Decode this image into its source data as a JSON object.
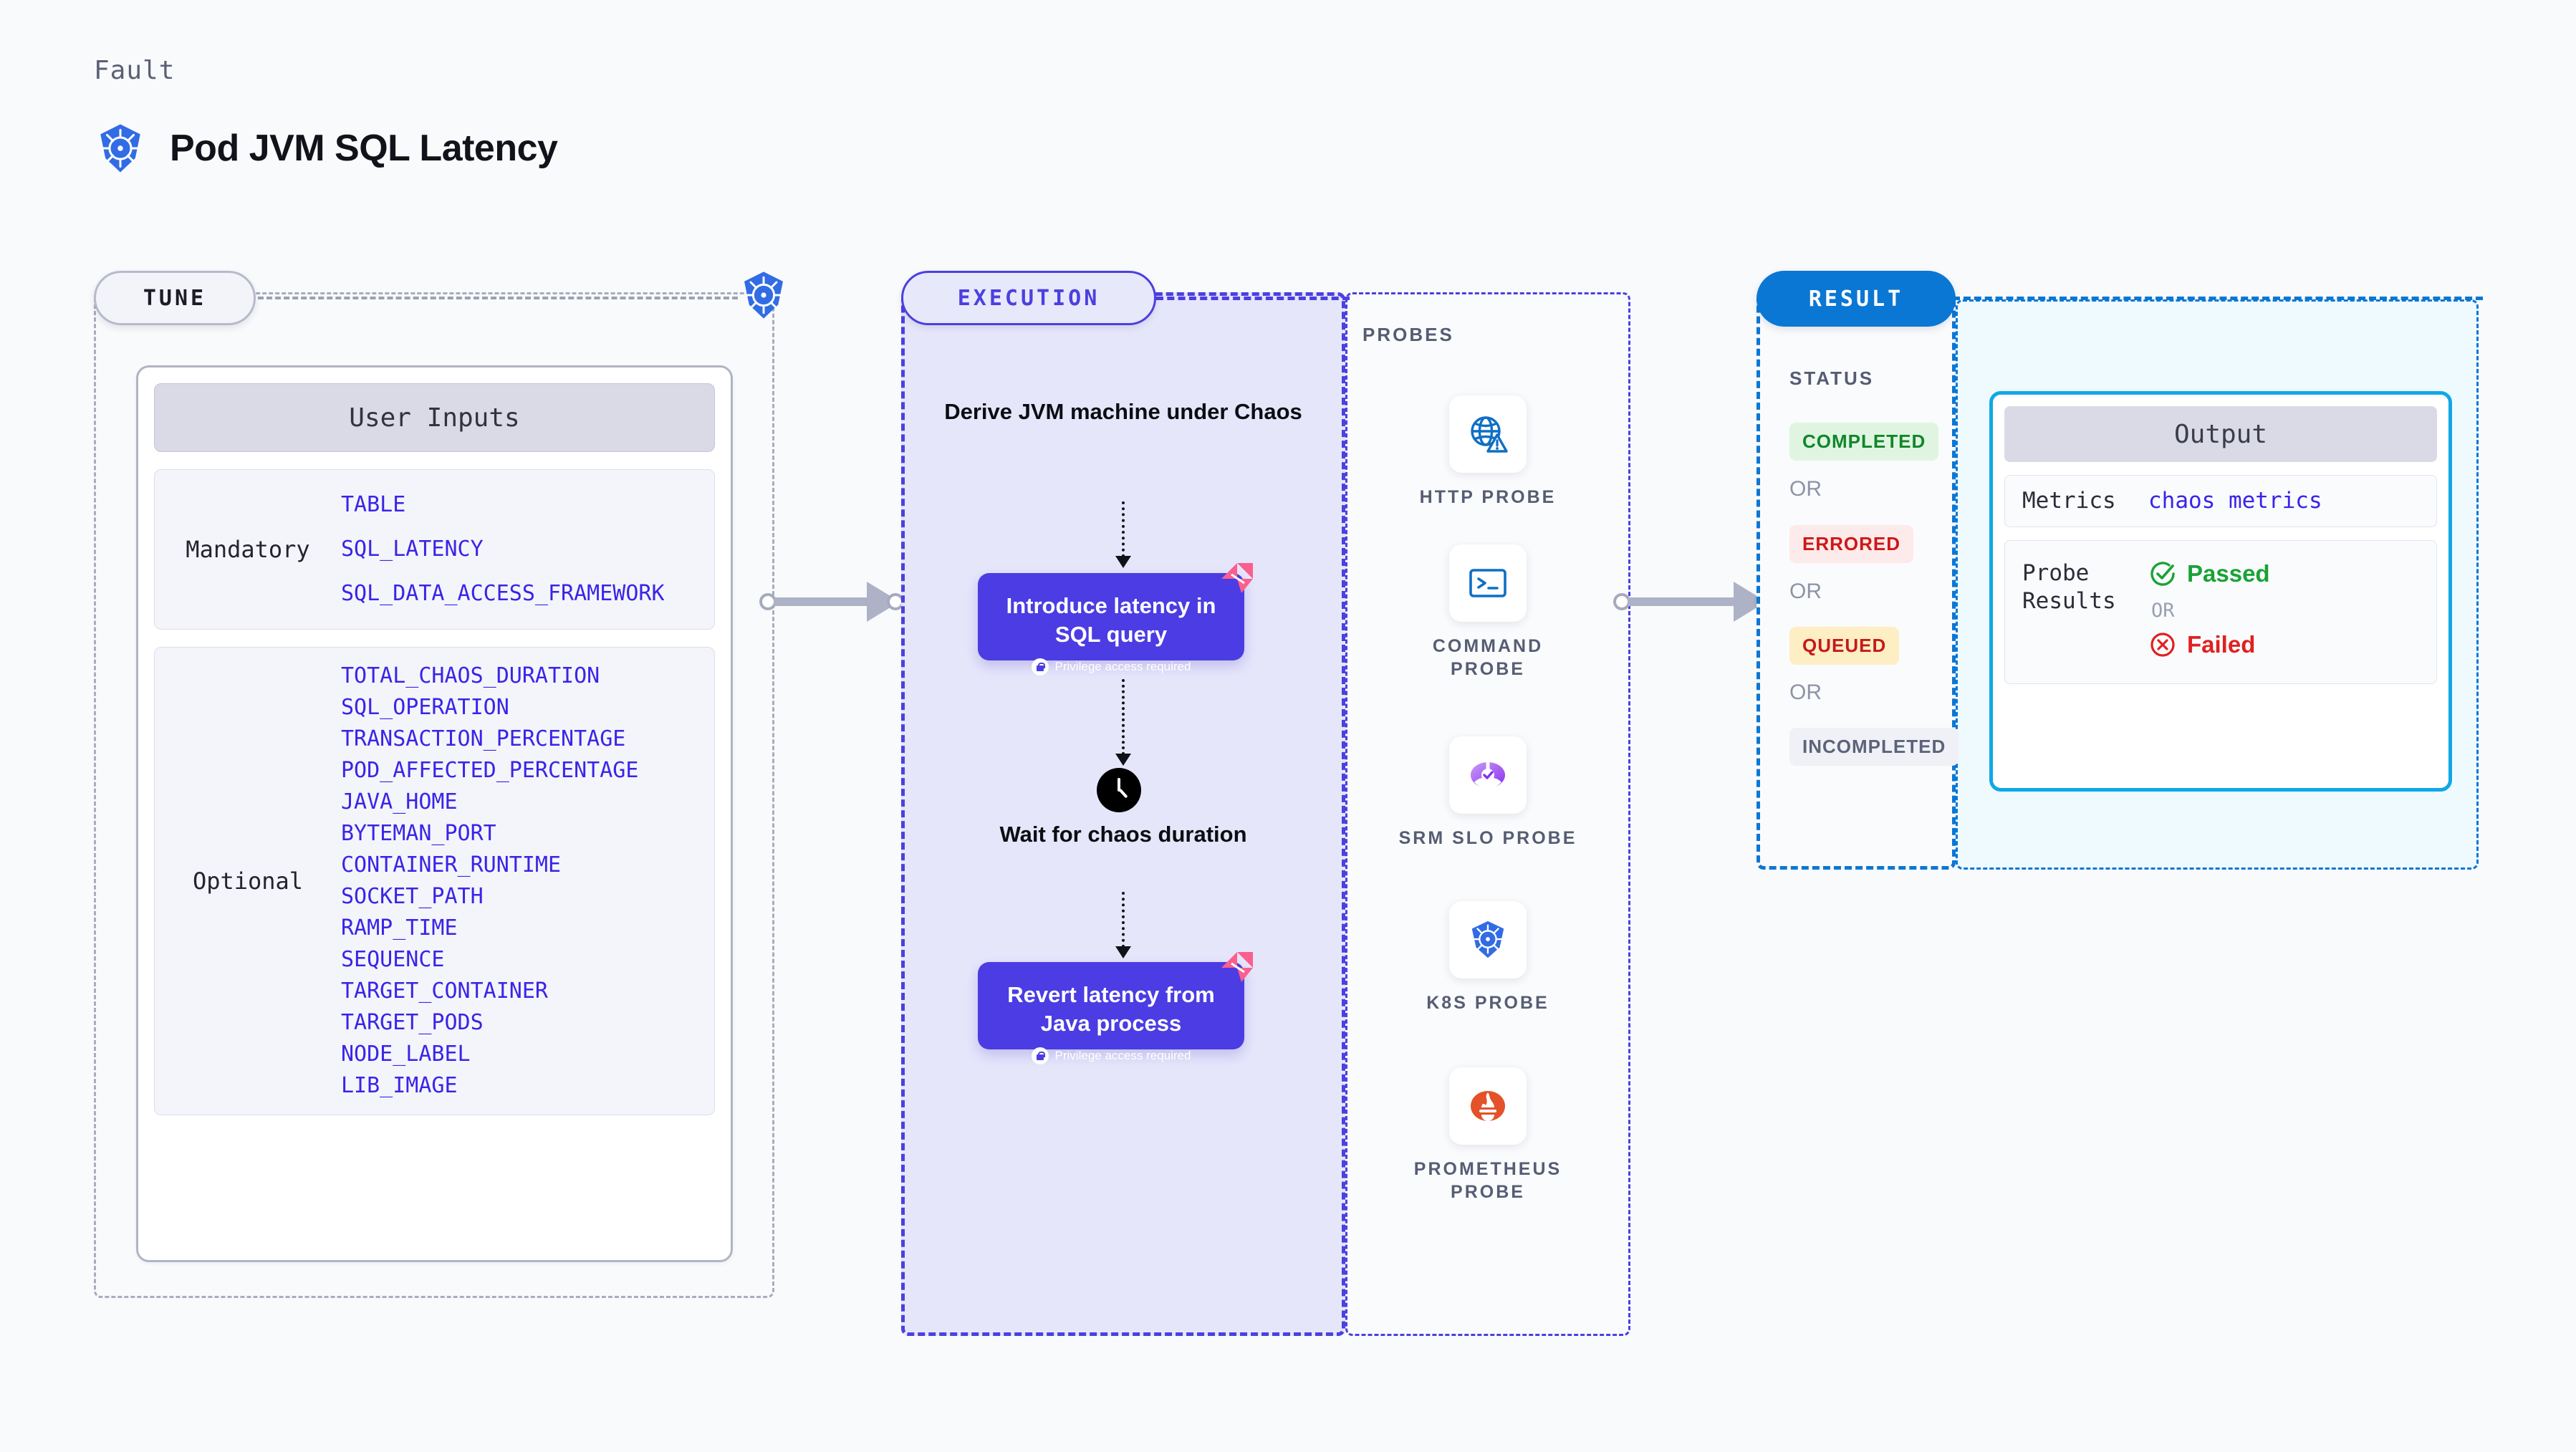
{
  "header": {
    "eyebrow": "Fault",
    "title": "Pod JVM SQL Latency",
    "icon": "kubernetes-icon"
  },
  "tune": {
    "pill_label": "TUNE",
    "card_title": "User Inputs",
    "groups": [
      {
        "label": "Mandatory",
        "params": [
          "TABLE",
          "SQL_LATENCY",
          "SQL_DATA_ACCESS_FRAMEWORK"
        ]
      },
      {
        "label": "Optional",
        "params": [
          "TOTAL_CHAOS_DURATION",
          "SQL_OPERATION",
          "TRANSACTION_PERCENTAGE",
          "POD_AFFECTED_PERCENTAGE",
          "JAVA_HOME",
          "BYTEMAN_PORT",
          "CONTAINER_RUNTIME",
          "SOCKET_PATH",
          "RAMP_TIME",
          "SEQUENCE",
          "TARGET_CONTAINER",
          "TARGET_PODS",
          "NODE_LABEL",
          "LIB_IMAGE"
        ]
      }
    ]
  },
  "execution": {
    "pill_label": "EXECUTION",
    "step_derive": "Derive JVM machine under Chaos",
    "card_inject": {
      "title": "Introduce latency in SQL query",
      "privilege": "Privilege access required"
    },
    "step_wait": "Wait for chaos duration",
    "card_revert": {
      "title": "Revert latency from Java process",
      "privilege": "Privilege access required"
    }
  },
  "probes": {
    "label": "PROBES",
    "items": [
      {
        "name": "HTTP PROBE",
        "icon": "globe-warning-icon"
      },
      {
        "name": "COMMAND PROBE",
        "icon": "terminal-icon"
      },
      {
        "name": "SRM SLO PROBE",
        "icon": "srm-slo-icon"
      },
      {
        "name": "K8S PROBE",
        "icon": "kubernetes-icon"
      },
      {
        "name": "PROMETHEUS PROBE",
        "icon": "prometheus-icon"
      }
    ]
  },
  "result": {
    "pill_label": "RESULT",
    "status_label": "STATUS",
    "or_label": "OR",
    "statuses": [
      {
        "text": "COMPLETED",
        "bg": "#dff5e1",
        "color": "#11862a"
      },
      {
        "text": "ERRORED",
        "bg": "#fdeaea",
        "color": "#cf1717"
      },
      {
        "text": "QUEUED",
        "bg": "#fdeec4",
        "color": "#c41a1a"
      },
      {
        "text": "INCOMPLETED",
        "bg": "#f0f1f6",
        "color": "#5c637a"
      }
    ],
    "output": {
      "title": "Output",
      "metrics_key": "Metrics",
      "metrics_value": "chaos metrics",
      "probe_key": "Probe Results",
      "passed": "Passed",
      "or_label": "OR",
      "failed": "Failed"
    }
  },
  "colors": {
    "accent_purple": "#4b3ce3",
    "accent_blue": "#0b77d4",
    "param_blue": "#3a24e8",
    "pass_green": "#18a335",
    "fail_red": "#e02020",
    "litmus_pink": "#fa5f8d"
  }
}
